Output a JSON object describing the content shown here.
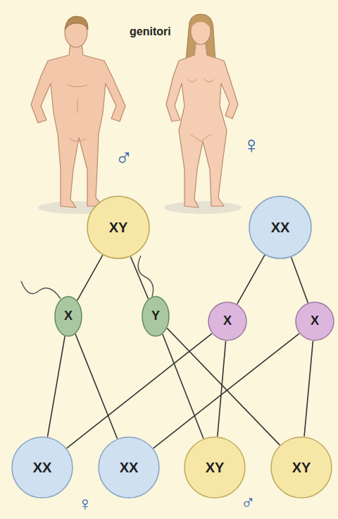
{
  "diagram": {
    "title": "genitori",
    "nodes": [
      {
        "text": [
          "XY"
        ]
      },
      {
        "text": [
          "XX"
        ]
      },
      {
        "text": [
          "X"
        ]
      },
      {
        "text": [
          "Y"
        ]
      },
      {
        "text": [
          "X"
        ]
      },
      {
        "text": [
          "X"
        ]
      },
      {
        "text": [
          "XX"
        ]
      },
      {
        "text": [
          "XX"
        ]
      },
      {
        "text": [
          "XY"
        ]
      },
      {
        "text": [
          "XY"
        ]
      }
    ],
    "edges": [
      {
        "from": 0,
        "to": 2,
        "arrow": "none"
      },
      {
        "from": 0,
        "to": 3,
        "arrow": "none"
      },
      {
        "from": 1,
        "to": 4,
        "arrow": "none"
      },
      {
        "from": 1,
        "to": 5,
        "arrow": "none"
      },
      {
        "from": 2,
        "to": 6,
        "arrow": "none"
      },
      {
        "from": 2,
        "to": 7,
        "arrow": "none"
      },
      {
        "from": 3,
        "to": 8,
        "arrow": "none"
      },
      {
        "from": 3,
        "to": 9,
        "arrow": "none"
      },
      {
        "from": 4,
        "to": 6,
        "arrow": "none"
      },
      {
        "from": 4,
        "to": 8,
        "arrow": "none"
      },
      {
        "from": 5,
        "to": 7,
        "arrow": "none"
      },
      {
        "from": 5,
        "to": 9,
        "arrow": "none"
      }
    ],
    "labels": [
      "♂",
      "♀",
      "♀",
      "♂"
    ]
  }
}
